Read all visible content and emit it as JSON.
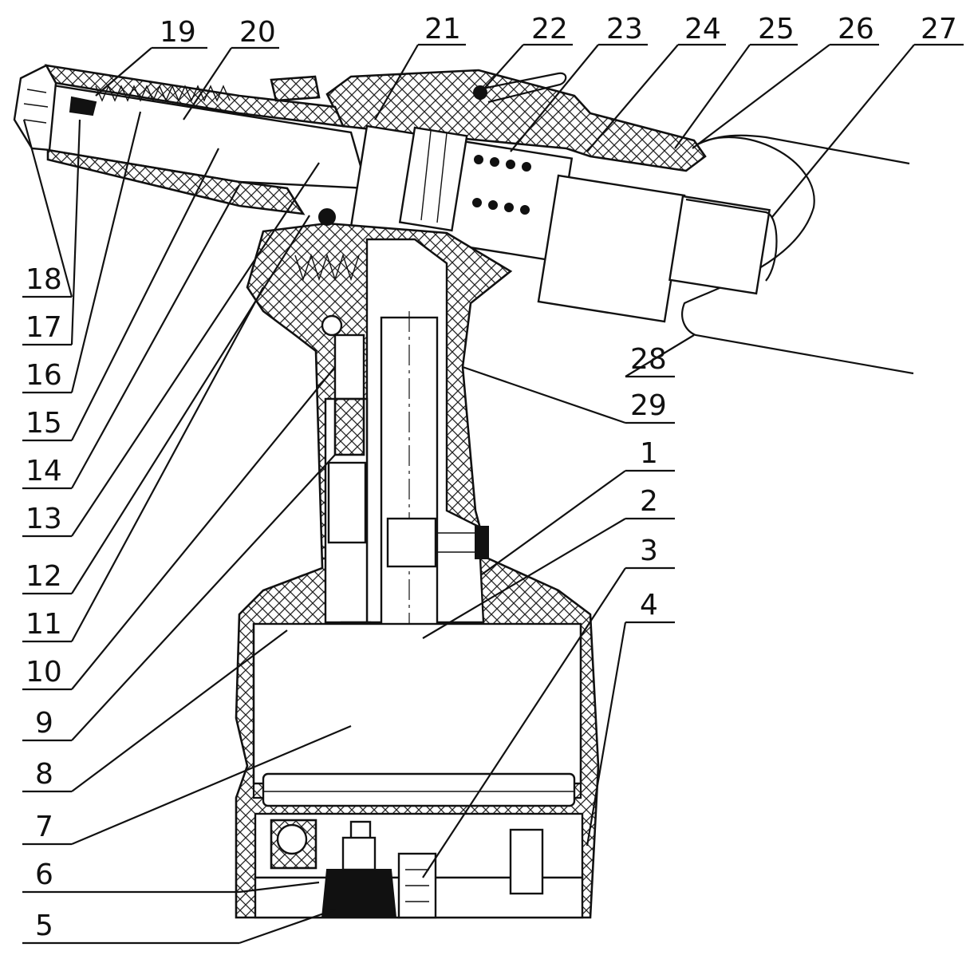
{
  "labels": {
    "p1": "1",
    "p2": "2",
    "p3": "3",
    "p4": "4",
    "p5": "5",
    "p6": "6",
    "p7": "7",
    "p8": "8",
    "p9": "9",
    "p10": "10",
    "p11": "11",
    "p12": "12",
    "p13": "13",
    "p14": "14",
    "p15": "15",
    "p16": "16",
    "p17": "17",
    "p18": "18",
    "p19": "19",
    "p20": "20",
    "p21": "21",
    "p22": "22",
    "p23": "23",
    "p24": "24",
    "p25": "25",
    "p26": "26",
    "p27": "27",
    "p28": "28",
    "p29": "29"
  }
}
